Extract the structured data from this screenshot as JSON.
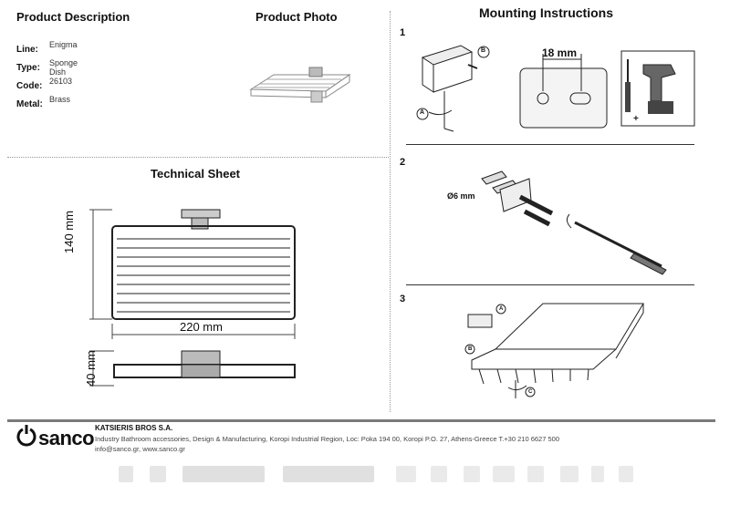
{
  "product_description": {
    "title": "Product Description",
    "specs": [
      {
        "label": "Line:",
        "value": "Enigma"
      },
      {
        "label": "Type:",
        "value": "Sponge Dish"
      },
      {
        "label": "Code:",
        "value": "26103"
      },
      {
        "label": "Metal:",
        "value": "Brass"
      }
    ]
  },
  "product_photo": {
    "title": "Product Photo"
  },
  "technical_sheet": {
    "title": "Technical Sheet",
    "height_dim": "140 mm",
    "width_dim": "220 mm",
    "depth_dim": "40 mm"
  },
  "mounting": {
    "title": "Mounting Instructions",
    "steps": [
      {
        "number": "1",
        "label_a": "A",
        "label_b": "B",
        "spacing": "18 mm"
      },
      {
        "number": "2",
        "drill": "Ø6 mm"
      },
      {
        "number": "3",
        "label_a": "A",
        "label_b": "B",
        "label_c": "C"
      }
    ]
  },
  "footer": {
    "brand": "sanco",
    "company": "KATSIERIS BROS S.A.",
    "address": "Industry Bathroom accessories, Design & Manufacturing, Koropi Industrial Region, Loc: Poka 194 00, Koropi P.O. 27, Athens-Greece   T.+30 210 6627 500",
    "contact": "info@sanco.gr, www.sanco.gr"
  }
}
